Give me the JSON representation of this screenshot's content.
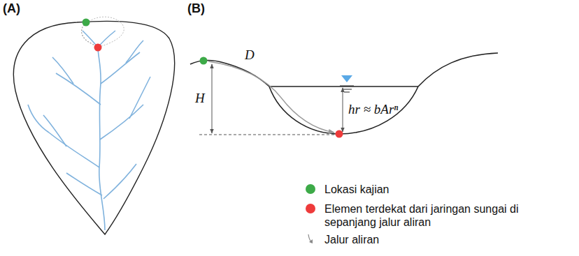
{
  "diagram": {
    "labels": [
      "(A)",
      "(B)",
      "D",
      "H",
      "hr ≈ bArⁿ"
    ],
    "legend": [
      {
        "text": "Lokasi kajian",
        "color": "#3daa48"
      },
      {
        "text": "Elemen terdekat dari jaringan sungai di sepanjang jalur aliran",
        "color": "#ee3b3b"
      },
      {
        "text": "Jalur aliran"
      }
    ]
  }
}
